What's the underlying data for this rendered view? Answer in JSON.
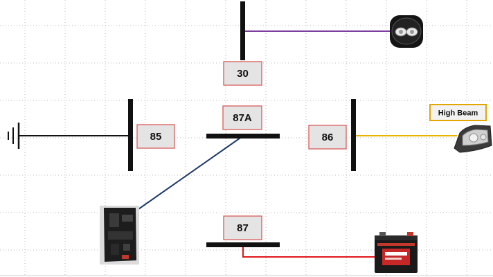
{
  "diagram": {
    "pins": {
      "p30": "30",
      "p85": "85",
      "p87a": "87A",
      "p86": "86",
      "p87": "87"
    },
    "high_beam_label": "High Beam",
    "components": {
      "ground": "ground-symbol-icon",
      "fog_lamp": "fog-lamp-icon",
      "headlight": "headlight-icon",
      "fuse_box": "fuse-box-icon",
      "battery": "battery-icon"
    },
    "colors": {
      "bar": "#111111",
      "wire_30": "#7b3fa0",
      "wire_86": "#e8b400",
      "wire_87a": "#1f3a6a",
      "wire_87": "#e0161b",
      "wire_85": "#111111",
      "label_box_fill": "#e4e4e4",
      "label_box_border": "#d95b5b",
      "high_beam_border": "#e3a600",
      "high_beam_fill": "#f2f2f2",
      "grid": "#b8b8b8"
    }
  }
}
